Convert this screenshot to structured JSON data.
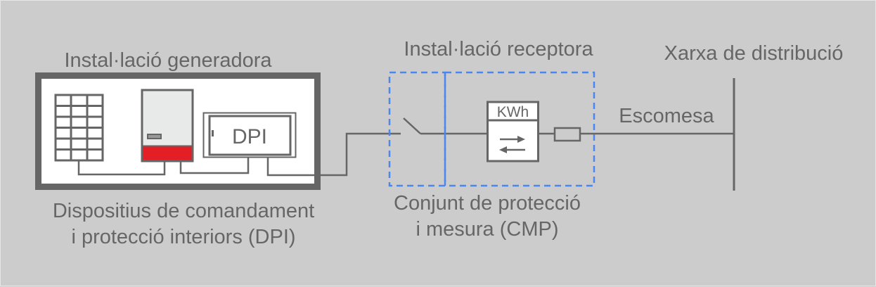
{
  "labels": {
    "generator_installation": "Instal·lació generadora",
    "receiver_installation": "Instal·lació receptora",
    "distribution_network": "Xarxa de distribució",
    "service_connection": "Escomesa",
    "dpi_box": "DPI",
    "meter_unit": "KWh",
    "dpi_caption_line1": "Dispositius de comandament",
    "dpi_caption_line2": "i protecció interiors (DPI)",
    "cmp_caption_line1": "Conjunt de protecció",
    "cmp_caption_line2": "i mesura (CMP)"
  },
  "components": [
    {
      "id": "solar-panel",
      "icon": "solar-panel-icon"
    },
    {
      "id": "inverter",
      "icon": "inverter-icon"
    },
    {
      "id": "dpi",
      "icon": "dpi-panel-icon"
    },
    {
      "id": "switch",
      "icon": "switch-icon"
    },
    {
      "id": "meter",
      "icon": "bidirectional-meter-icon"
    },
    {
      "id": "fuse",
      "icon": "fuse-icon"
    },
    {
      "id": "busbar",
      "icon": "busbar-icon"
    }
  ],
  "colors": {
    "background": "#cccccc",
    "stroke": "#666666",
    "frame": "#666666",
    "inverter_body": "#e8e9e9",
    "inverter_band": "#e31e24",
    "dashed_boundary": "#4a86f0",
    "fill_white": "#ffffff"
  }
}
